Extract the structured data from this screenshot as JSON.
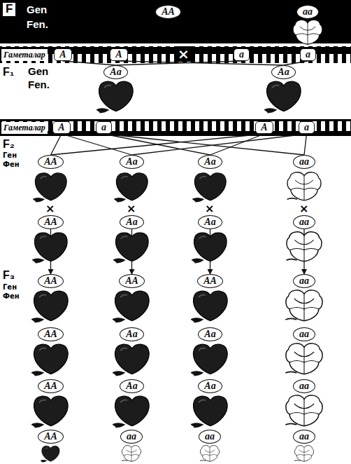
{
  "diagram": {
    "nodes": [
      {
        "text": [
          "AA"
        ]
      },
      {
        "text": [
          "aa"
        ]
      },
      {
        "text": [
          "A"
        ]
      },
      {
        "text": [
          "A"
        ]
      },
      {
        "text": [
          "a"
        ]
      },
      {
        "text": [
          "a"
        ]
      },
      {
        "text": [
          "Aa"
        ]
      },
      {
        "text": [
          "Aa"
        ]
      },
      {
        "text": [
          "A"
        ]
      },
      {
        "text": [
          "a"
        ]
      },
      {
        "text": [
          "A"
        ]
      },
      {
        "text": [
          "a"
        ]
      },
      {
        "text": [
          "AA"
        ]
      },
      {
        "text": [
          "Aa"
        ]
      },
      {
        "text": [
          "Aa"
        ]
      },
      {
        "text": [
          "aa"
        ]
      },
      {
        "text": [
          "AA"
        ]
      },
      {
        "text": [
          "Aa"
        ]
      },
      {
        "text": [
          "Aa"
        ]
      },
      {
        "text": [
          "aa"
        ]
      },
      {
        "text": [
          "AA"
        ]
      },
      {
        "text": [
          "AA"
        ]
      },
      {
        "text": [
          "AA"
        ]
      },
      {
        "text": [
          "aa"
        ]
      },
      {
        "text": [
          "AA"
        ]
      },
      {
        "text": [
          "Aa"
        ]
      },
      {
        "text": [
          "Aa"
        ]
      },
      {
        "text": [
          "aa"
        ]
      },
      {
        "text": [
          "AA"
        ]
      },
      {
        "text": [
          "Aa"
        ]
      },
      {
        "text": [
          "Aa"
        ]
      },
      {
        "text": [
          "aa"
        ]
      },
      {
        "text": [
          "AA"
        ]
      },
      {
        "text": [
          "aa"
        ]
      },
      {
        "text": [
          "aa"
        ]
      },
      {
        "text": [
          "aa"
        ]
      }
    ],
    "edges": [
      {
        "from": 2,
        "to": 6,
        "arrow": "none"
      },
      {
        "from": 3,
        "to": 7,
        "arrow": "none"
      },
      {
        "from": 4,
        "to": 6,
        "arrow": "none"
      },
      {
        "from": 5,
        "to": 7,
        "arrow": "none"
      },
      {
        "from": 8,
        "to": 12,
        "arrow": "none"
      },
      {
        "from": 8,
        "to": 13,
        "arrow": "none"
      },
      {
        "from": 9,
        "to": 14,
        "arrow": "none"
      },
      {
        "from": 9,
        "to": 15,
        "arrow": "none"
      },
      {
        "from": 10,
        "to": 12,
        "arrow": "none"
      },
      {
        "from": 10,
        "to": 14,
        "arrow": "none"
      },
      {
        "from": 11,
        "to": 13,
        "arrow": "none"
      },
      {
        "from": 11,
        "to": 15,
        "arrow": "none"
      },
      {
        "from": 16,
        "to": 20,
        "arrow": "to"
      },
      {
        "from": 17,
        "to": 21,
        "arrow": "to"
      },
      {
        "from": 18,
        "to": 22,
        "arrow": "to"
      },
      {
        "from": 19,
        "to": 23,
        "arrow": "to"
      }
    ],
    "labels": [
      "F",
      "Gen",
      "Fen.",
      "Гаметалар",
      "×",
      "F₁",
      "Gen",
      "Fen.",
      "Гаметалар",
      "F₂",
      "Ген",
      "Фен",
      "×",
      "×",
      "×",
      "×",
      "F₃",
      "Ген",
      "Фен"
    ]
  }
}
